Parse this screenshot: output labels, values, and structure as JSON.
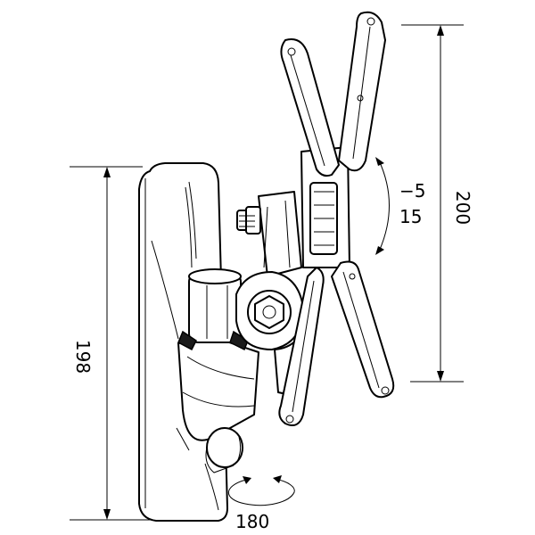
{
  "dimensions": {
    "height_arm": "200",
    "height_plate": "198",
    "tilt_top": "−5",
    "tilt_bottom": "15",
    "swivel": "180"
  }
}
